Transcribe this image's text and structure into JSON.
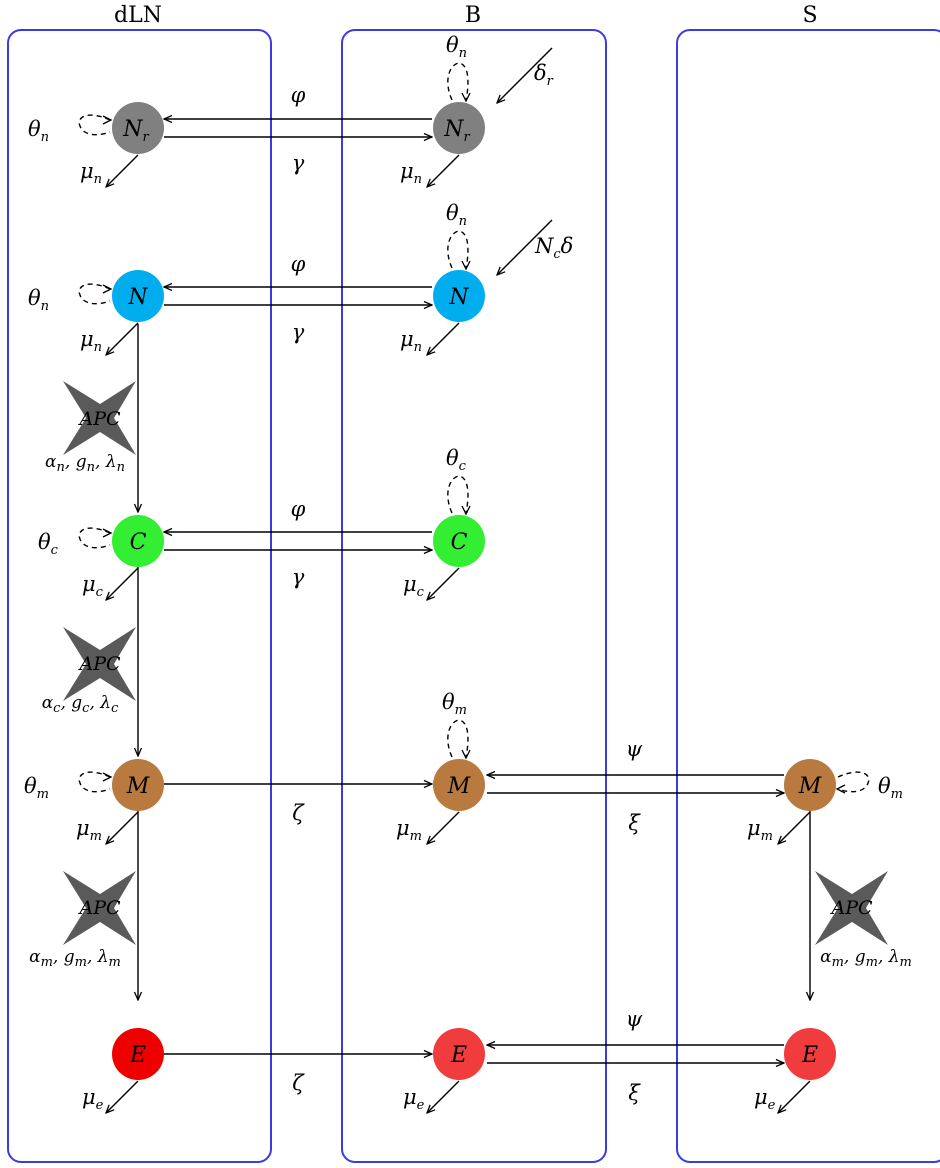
{
  "columns": [
    {
      "id": "dln",
      "title": "dLN"
    },
    {
      "id": "b",
      "title": "B"
    },
    {
      "id": "s",
      "title": "S"
    }
  ],
  "colors": {
    "box_border": "#3b3be0",
    "Nr": "#808080",
    "N": "#00aeef",
    "C": "#33ee33",
    "M": "#b87a3e",
    "E_dln": "#ee0000",
    "E_other": "#f03c3c",
    "apc": "#5a5a5a"
  },
  "nodes": {
    "dln_Nr": {
      "label": "N",
      "sub": "r",
      "color": "#808080"
    },
    "dln_N": {
      "label": "N",
      "sub": "",
      "color": "#00aeef"
    },
    "dln_C": {
      "label": "C",
      "sub": "",
      "color": "#33ee33"
    },
    "dln_M": {
      "label": "M",
      "sub": "",
      "color": "#b87a3e"
    },
    "dln_E": {
      "label": "E",
      "sub": "",
      "color": "#ee0000"
    },
    "b_Nr": {
      "label": "N",
      "sub": "r",
      "color": "#808080"
    },
    "b_N": {
      "label": "N",
      "sub": "",
      "color": "#00aeef"
    },
    "b_C": {
      "label": "C",
      "sub": "",
      "color": "#33ee33"
    },
    "b_M": {
      "label": "M",
      "sub": "",
      "color": "#b87a3e"
    },
    "b_E": {
      "label": "E",
      "sub": "",
      "color": "#f03c3c"
    },
    "s_M": {
      "label": "M",
      "sub": "",
      "color": "#b87a3e"
    },
    "s_E": {
      "label": "E",
      "sub": "",
      "color": "#f03c3c"
    }
  },
  "apc_label": "APC",
  "params": {
    "apc_n": [
      "α",
      "n",
      ", g",
      "n",
      ", λ",
      "n"
    ],
    "apc_c": [
      "α",
      "c",
      ", g",
      "c",
      ", λ",
      "c"
    ],
    "apc_m": [
      "α",
      "m",
      ", g",
      "m",
      ", λ",
      "m"
    ]
  },
  "symbols": {
    "phi": "φ",
    "gamma": "γ",
    "zeta": "ζ",
    "psi": "ψ",
    "xi": "ξ",
    "theta": "θ",
    "mu": "μ",
    "delta": "δ",
    "Nc_delta_main": "N",
    "Nc_delta_sub": "c",
    "Nc_delta_tail": "δ"
  },
  "subs": {
    "n": "n",
    "c": "c",
    "m": "m",
    "e": "e",
    "r": "r"
  }
}
